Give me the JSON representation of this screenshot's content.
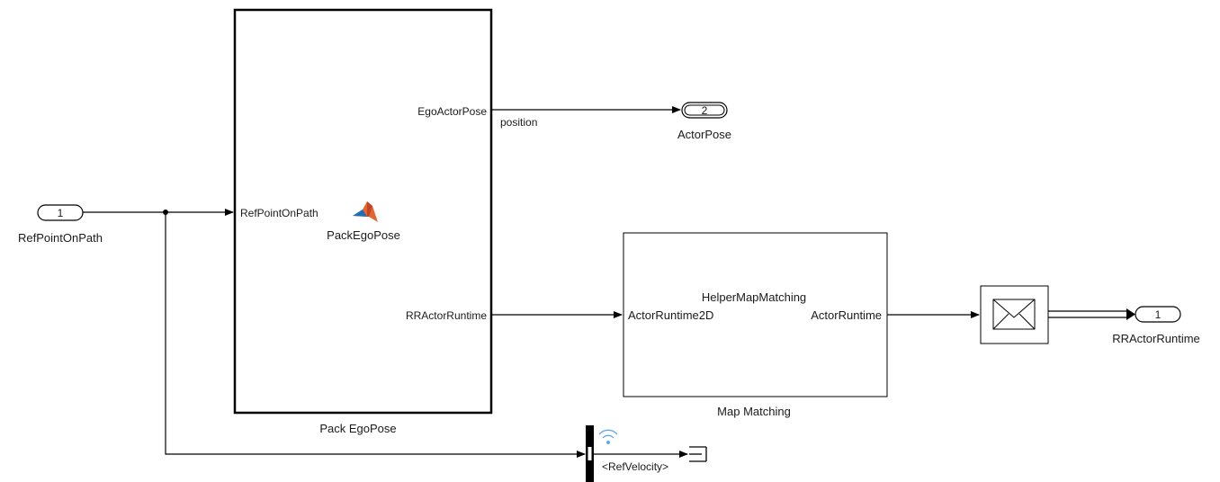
{
  "inports": [
    {
      "number": "1",
      "name": "RefPointOnPath"
    }
  ],
  "outports": [
    {
      "number": "2",
      "name": "ActorPose"
    },
    {
      "number": "1",
      "name": "RRActorRuntime"
    }
  ],
  "blocks": {
    "pack_ego_pose": {
      "name": "Pack EgoPose",
      "function_name": "PackEgoPose",
      "input_port": "RefPointOnPath",
      "output_ports": [
        "EgoActorPose",
        "RRActorRuntime"
      ],
      "icon": "matlab-function-icon"
    },
    "map_matching": {
      "name": "Map Matching",
      "function_name": "HelperMapMatching",
      "input_port": "ActorRuntime2D",
      "output_port": "ActorRuntime"
    },
    "message_send": {
      "icon": "envelope-icon"
    },
    "bus_selector": {
      "output_signal": "<RefVelocity>",
      "icon": "signal-wireless-icon"
    },
    "terminator": {
      "icon": "terminator-icon"
    }
  },
  "signal_labels": {
    "ego_pose_line": "position"
  },
  "colors": {
    "matlab_orange": "#e16737",
    "matlab_blue": "#1f6fb5",
    "signal_icon_blue": "#62a8e5"
  }
}
